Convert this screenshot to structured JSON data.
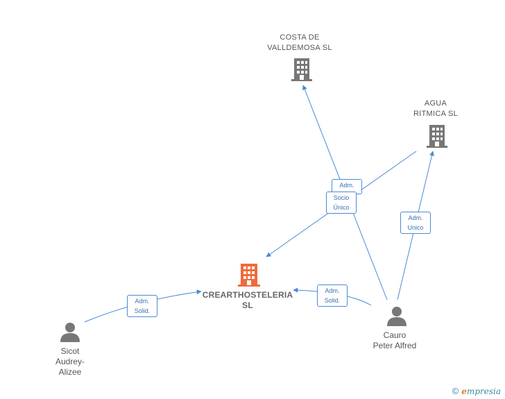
{
  "nodes": {
    "main": {
      "label": "CREARTHOSTELERIA\nSL",
      "color": "#f06b3c"
    },
    "costa": {
      "label": "COSTA DE\nVALLDEMOSA SL",
      "color": "#777777"
    },
    "agua": {
      "label": "AGUA\nRITMICA  SL",
      "color": "#777777"
    },
    "sicot": {
      "label": "Sicot\nAudrey-\nAlizee"
    },
    "cauro": {
      "label": "Cauro\nPeter Alfred"
    }
  },
  "edge_labels": {
    "adm1": "Adm.",
    "socio": "Socio\nÚnico",
    "adm_unico": "Adm.\nUnico",
    "adm_solid_cauro": "Adm.\nSolid.",
    "adm_solid_sicot": "Adm.\nSolid."
  },
  "colors": {
    "edge": "#4a89d6",
    "person": "#777777",
    "company": "#777777",
    "main": "#f06b3c"
  },
  "footer": {
    "copyright": "©",
    "brand_initial": "e",
    "brand_rest": "mpresia"
  }
}
